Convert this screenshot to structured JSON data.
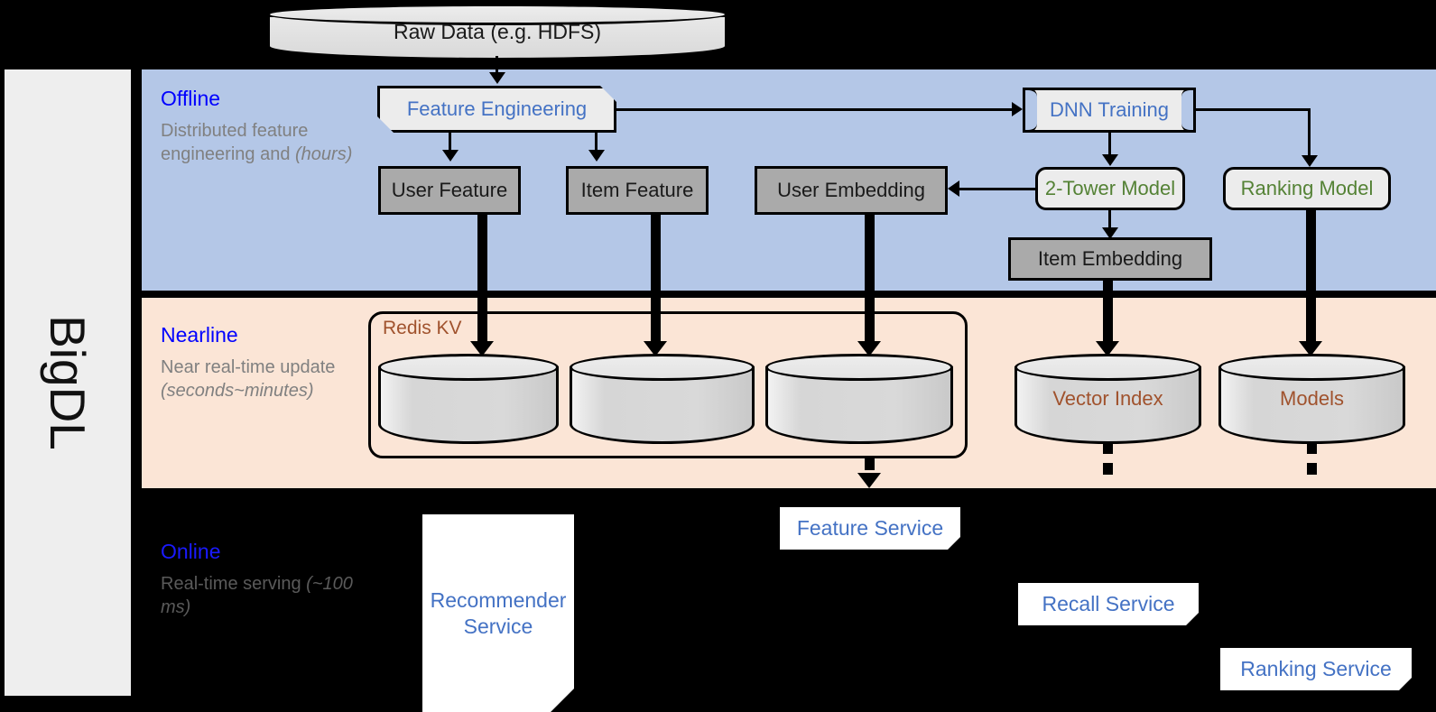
{
  "framework": {
    "name": "BigDL"
  },
  "source": {
    "raw_data_label": "Raw Data (e.g. HDFS)"
  },
  "bands": [
    {
      "id": "offline",
      "title": "Offline",
      "description": "Distributed feature engineering and ",
      "description_italic": "(hours)",
      "background": "#b4c7e7"
    },
    {
      "id": "nearline",
      "title": "Nearline",
      "description": "Near real-time update ",
      "description_italic": "(seconds~minutes)",
      "background": "#fbe5d6"
    },
    {
      "id": "online",
      "title": "Online",
      "description": "Real-time serving ",
      "description_italic": "(~100 ms)",
      "background": "#000000"
    }
  ],
  "offline": {
    "feature_engineering": "Feature Engineering",
    "dnn_training": "DNN Training",
    "user_feature": "User Feature",
    "item_feature": "Item Feature",
    "user_embedding": "User Embedding",
    "two_tower_model": "2-Tower Model",
    "ranking_model": "Ranking Model",
    "item_embedding": "Item Embedding"
  },
  "nearline": {
    "redis_kv": "Redis KV",
    "store_1": "",
    "store_2": "",
    "store_3": "",
    "vector_index": "Vector Index",
    "models": "Models"
  },
  "online": {
    "recommender_service": "Recommender Service",
    "feature_service": "Feature Service",
    "recall_service": "Recall Service",
    "ranking_service": "Ranking Service"
  },
  "colors": {
    "offline_band": "#b4c7e7",
    "nearline_band": "#fbe5d6",
    "online_band": "#000000",
    "band_title_blue": "#0000ff",
    "process_text_blue": "#4472c4",
    "model_text_green": "#548235",
    "store_text_brown": "#a0522d",
    "data_box_gray": "#aaaaaa",
    "rail_gray": "#eeeeee"
  }
}
